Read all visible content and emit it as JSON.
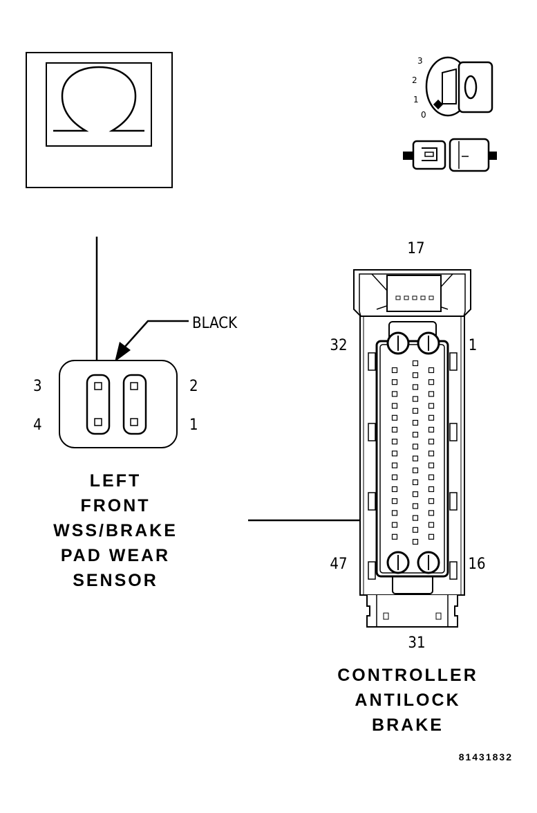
{
  "meter": {
    "symbol": "ohm-symbol"
  },
  "key_positions": [
    "3",
    "2",
    "1",
    "0"
  ],
  "sensor": {
    "wire_color": "BLACK",
    "pins": {
      "p1": "1",
      "p2": "2",
      "p3": "3",
      "p4": "4"
    },
    "title": [
      "LEFT",
      "FRONT",
      "WSS/BRAKE",
      "PAD WEAR",
      "SENSOR"
    ]
  },
  "controller": {
    "pins": {
      "top": "17",
      "top_left": "32",
      "top_right": "1",
      "bottom_left": "47",
      "bottom_right": "16",
      "bottom": "31"
    },
    "title": [
      "CONTROLLER",
      "ANTILOCK",
      "BRAKE"
    ]
  },
  "figure_code": "81431832"
}
